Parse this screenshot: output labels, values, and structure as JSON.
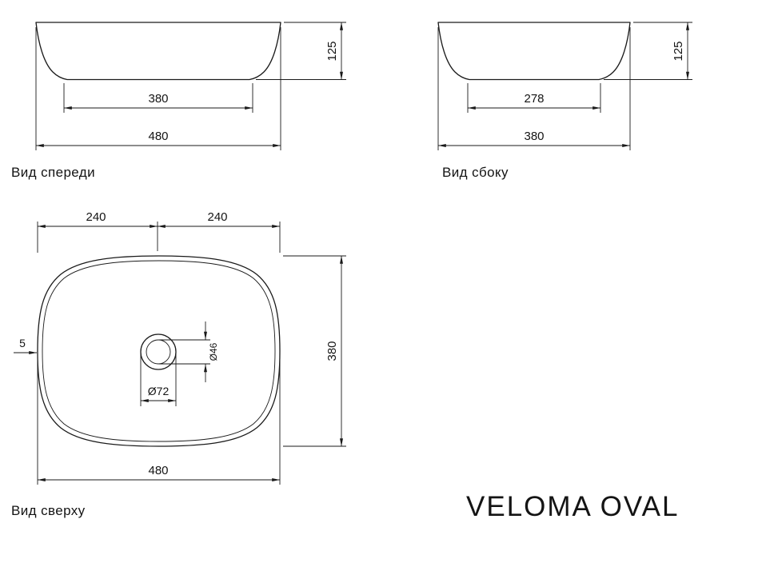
{
  "title": "VELOMA OVAL",
  "views": {
    "front": {
      "label": "Вид спереди",
      "dim_inner_width": "380",
      "dim_outer_width": "480",
      "dim_height": "125"
    },
    "side": {
      "label": "Вид сбоку",
      "dim_inner_width": "278",
      "dim_outer_width": "380",
      "dim_height": "125"
    },
    "top": {
      "label": "Вид сверху",
      "dim_half_left": "240",
      "dim_half_right": "240",
      "dim_rim": "5",
      "dim_depth": "380",
      "dim_drain_inner": "Ø46",
      "dim_drain_outer": "Ø72",
      "dim_outer_width": "480"
    }
  }
}
